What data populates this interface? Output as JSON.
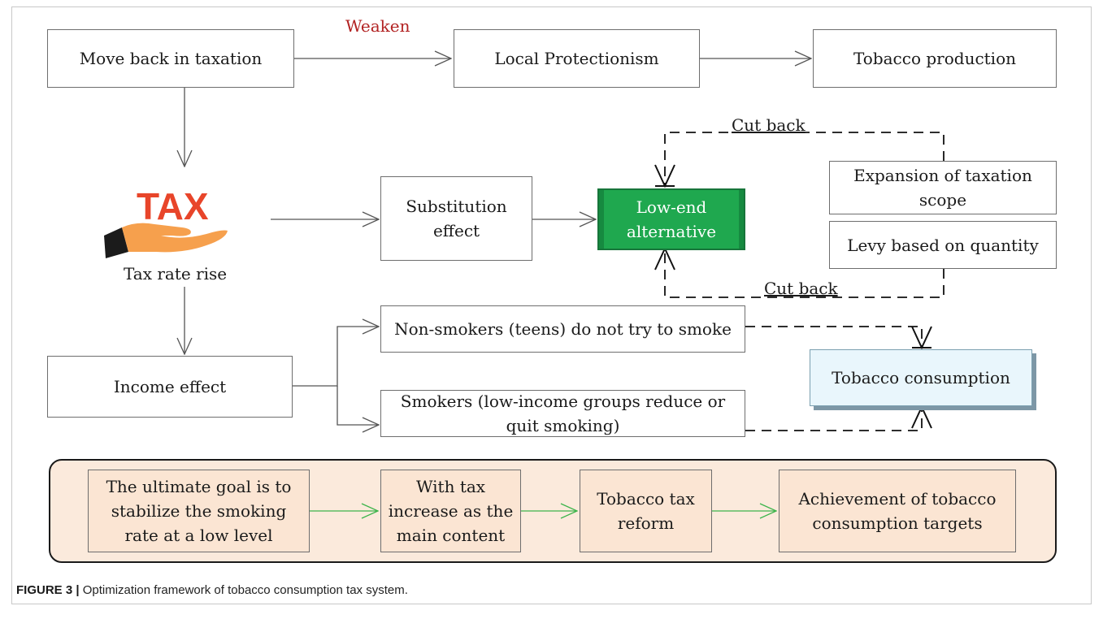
{
  "top_row": {
    "move_back": "Move back in taxation",
    "weaken_label": "Weaken",
    "local_protectionism": "Local Protectionism",
    "tobacco_production": "Tobacco production"
  },
  "tax": {
    "logo_text": "TAX",
    "rate_rise": "Tax rate rise"
  },
  "middle": {
    "substitution": "Substitution effect",
    "low_end": "Low-end alternative",
    "expansion": "Expansion of taxation scope",
    "levy": "Levy based on quantity",
    "cut_back_top": "Cut back",
    "cut_back_bottom": "Cut back"
  },
  "income": {
    "income_effect": "Income effect",
    "non_smokers": "Non-smokers (teens) do not try to smoke",
    "smokers": "Smokers (low-income groups reduce or quit smoking)",
    "consumption": "Tobacco consumption"
  },
  "goals": [
    "The ultimate goal is to stabilize the smoking rate at a low level",
    "With tax increase as the main content",
    "Tobacco tax reform",
    "Achievement of tobacco consumption targets"
  ],
  "caption": {
    "label": "FIGURE 3 |",
    "text": " Optimization framework of tobacco consumption tax system."
  },
  "colors": {
    "weaken": "#b22222",
    "low_end_fill": "#1fa84f",
    "consumption_fill": "#e9f6fc",
    "goal_panel": "#fbeadc",
    "tax_red": "#e8452a",
    "hand_orange": "#f6a04d",
    "goal_arrow": "#3cb44b"
  }
}
